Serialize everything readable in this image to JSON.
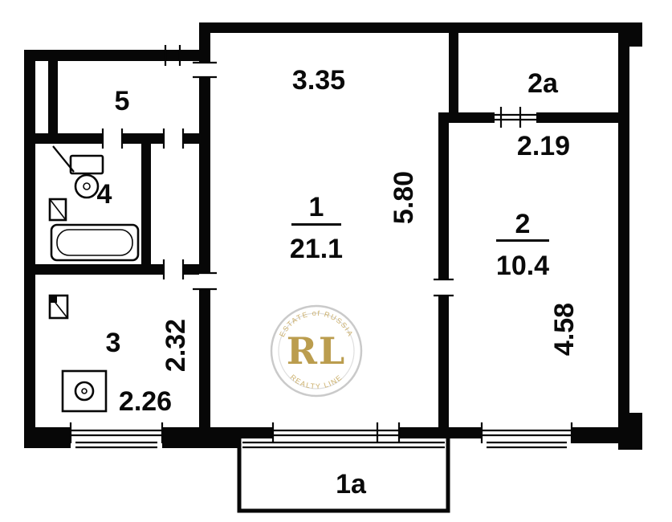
{
  "rooms": {
    "r1": {
      "label": "1",
      "area": "21.1"
    },
    "r2": {
      "label": "2",
      "area": "10.4"
    },
    "r3": {
      "label": "3"
    },
    "r4": {
      "label": "4"
    },
    "r5": {
      "label": "5"
    },
    "r2a": {
      "label": "2a"
    },
    "r1a": {
      "label": "1a"
    }
  },
  "dimensions": {
    "d335": "3.35",
    "d580": "5.80",
    "d219": "2.19",
    "d458": "4.58",
    "d232": "2.32",
    "d226": "2.26"
  },
  "watermark": {
    "initials": "RL",
    "top_arc": "ESTATE of RUSSIA",
    "bottom_arc": "REALTY LINE"
  },
  "colors": {
    "wall": "#070707",
    "gold": "#b6953f"
  }
}
